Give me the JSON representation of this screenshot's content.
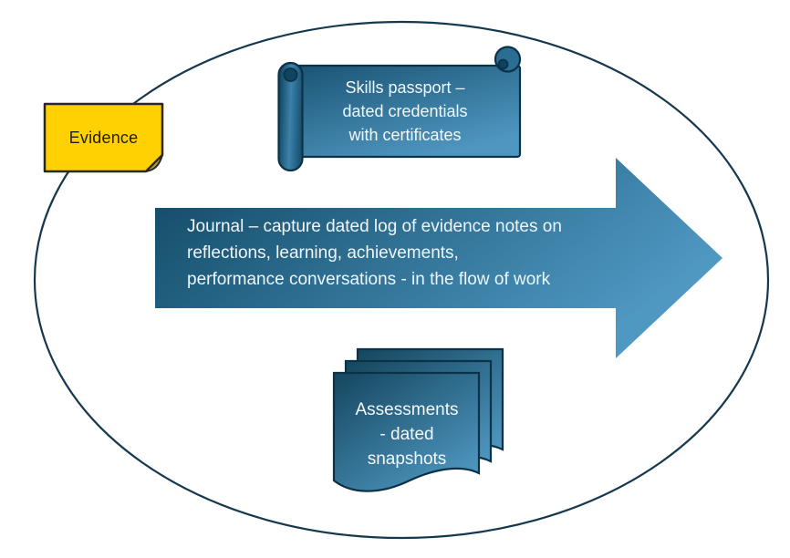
{
  "diagram": {
    "background_color": "#ffffff",
    "boundary": {
      "shape": "ellipse",
      "stroke_color": "#16384e"
    },
    "evidence_note": {
      "label": "Evidence",
      "fill_color": "#ffd103",
      "fold_color": "#b3973a",
      "outline_color": "#262626",
      "text_color": "#1a1a1a"
    },
    "skills_passport_scroll": {
      "label": "Skills passport –\ndated credentials\nwith  certificates",
      "gradient_start": "#1a5373",
      "gradient_end": "#4f97c1",
      "outline_color": "#0c3247",
      "text_color": "#f2f8fc"
    },
    "journal_arrow": {
      "label": "Journal – capture dated log of evidence notes on\nreflections, learning, achievements,\nperformance conversations - in the flow of work",
      "gradient_start": "#0f4763",
      "gradient_end": "#4f98c2",
      "text_color": "#eef6fb"
    },
    "assessments_documents": {
      "label": "Assessments\n- dated\nsnapshots",
      "gradient_start": "#14465e",
      "gradient_end": "#4f97c1",
      "outline_color": "#0c3247",
      "text_color": "#f2f8fc"
    }
  }
}
